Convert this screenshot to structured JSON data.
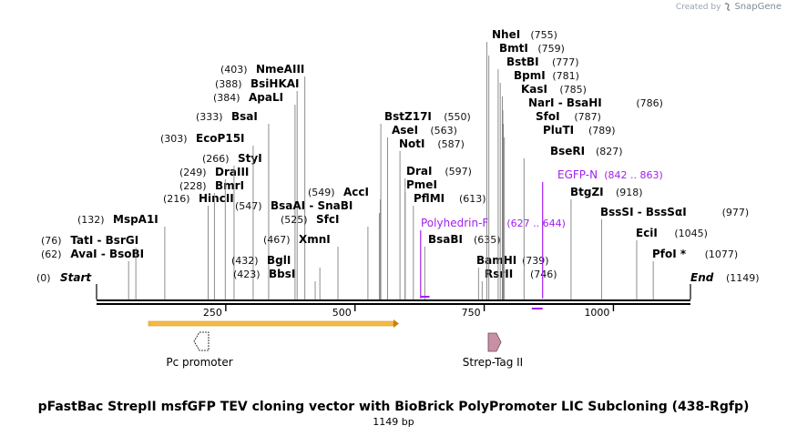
{
  "credit": {
    "prefix": "Created by",
    "brand": "SnapGene"
  },
  "title": "pFastBac StrepII msfGFP TEV cloning vector with BioBrick PolyPromoter LIC Subcloning (438-Rgfp)",
  "length_label": "1149 bp",
  "sequence_length": 1149,
  "axis_ticks": [
    {
      "value": 250,
      "label": "250"
    },
    {
      "value": 500,
      "label": "500"
    },
    {
      "value": 750,
      "label": "750"
    },
    {
      "value": 1000,
      "label": "1000"
    }
  ],
  "ends": [
    {
      "name": "Start",
      "pos_label": "(0)",
      "pos": 0
    },
    {
      "name": "End",
      "pos_label": "(1149)",
      "pos": 1149
    }
  ],
  "sites": [
    {
      "name": "AvaI  -  BsoBI",
      "pos_label": "(62)",
      "pos": 62,
      "side": "left"
    },
    {
      "name": "TatI  -  BsrGI",
      "pos_label": "(76)",
      "pos": 76,
      "side": "left"
    },
    {
      "name": "MspA1I",
      "pos_label": "(132)",
      "pos": 132,
      "side": "left"
    },
    {
      "name": "HincII",
      "pos_label": "(216)",
      "pos": 216,
      "side": "left"
    },
    {
      "name": "BmrI",
      "pos_label": "(228)",
      "pos": 228,
      "side": "left"
    },
    {
      "name": "DraIII",
      "pos_label": "(249)",
      "pos": 249,
      "side": "left"
    },
    {
      "name": "StyI",
      "pos_label": "(266)",
      "pos": 266,
      "side": "left"
    },
    {
      "name": "EcoP15I",
      "pos_label": "(303)",
      "pos": 303,
      "side": "left"
    },
    {
      "name": "BsaI",
      "pos_label": "(333)",
      "pos": 333,
      "side": "left"
    },
    {
      "name": "ApaLI",
      "pos_label": "(384)",
      "pos": 384,
      "side": "left"
    },
    {
      "name": "BsiHKAI",
      "pos_label": "(388)",
      "pos": 388,
      "side": "left"
    },
    {
      "name": "NmeAIII",
      "pos_label": "(403)",
      "pos": 403,
      "side": "left"
    },
    {
      "name": "BbsI",
      "pos_label": "(423)",
      "pos": 423,
      "side": "left"
    },
    {
      "name": "BglI",
      "pos_label": "(432)",
      "pos": 432,
      "side": "left"
    },
    {
      "name": "XmnI",
      "pos_label": "(467)",
      "pos": 467,
      "side": "left"
    },
    {
      "name": "SfcI",
      "pos_label": "(525)",
      "pos": 525,
      "side": "left"
    },
    {
      "name": "BsaAI  -  SnaBI",
      "pos_label": "(547)",
      "pos": 547,
      "side": "left"
    },
    {
      "name": "AccI",
      "pos_label": "(549)",
      "pos": 549,
      "side": "left"
    },
    {
      "name": "BstZ17I",
      "pos_label": "(550)",
      "pos": 550,
      "side": "right"
    },
    {
      "name": "AseI",
      "pos_label": "(563)",
      "pos": 563,
      "side": "right"
    },
    {
      "name": "NotI",
      "pos_label": "(587)",
      "pos": 587,
      "side": "right"
    },
    {
      "name": "DraI",
      "pos_label": "(597)",
      "pos": 597,
      "side": "right"
    },
    {
      "name": "PmeI",
      "pos_label": "",
      "pos": 597,
      "side": "right"
    },
    {
      "name": "PflMI",
      "pos_label": "(613)",
      "pos": 613,
      "side": "right"
    },
    {
      "name": "BsaBI",
      "pos_label": "(635)",
      "pos": 635,
      "side": "right"
    },
    {
      "name": "BamHI",
      "pos_label": "(739)",
      "pos": 739,
      "side": "right"
    },
    {
      "name": "RsrII",
      "pos_label": "(746)",
      "pos": 746,
      "side": "right"
    },
    {
      "name": "NheI",
      "pos_label": "(755)",
      "pos": 755,
      "side": "right"
    },
    {
      "name": "BmtI",
      "pos_label": "(759)",
      "pos": 759,
      "side": "right"
    },
    {
      "name": "BstBI",
      "pos_label": "(777)",
      "pos": 777,
      "side": "right"
    },
    {
      "name": "BpmI",
      "pos_label": "(781)",
      "pos": 781,
      "side": "right"
    },
    {
      "name": "KasI",
      "pos_label": "(785)",
      "pos": 785,
      "side": "right"
    },
    {
      "name": "NarI  -  BsaHI",
      "pos_label": "(786)",
      "pos": 786,
      "side": "right"
    },
    {
      "name": "SfoI",
      "pos_label": "(787)",
      "pos": 787,
      "side": "right"
    },
    {
      "name": "PluTI",
      "pos_label": "(789)",
      "pos": 789,
      "side": "right"
    },
    {
      "name": "BseRI",
      "pos_label": "(827)",
      "pos": 827,
      "side": "right"
    },
    {
      "name": "BtgZI",
      "pos_label": "(918)",
      "pos": 918,
      "side": "right"
    },
    {
      "name": "BssSI  -  BssSαI",
      "pos_label": "(977)",
      "pos": 977,
      "side": "right"
    },
    {
      "name": "EciI",
      "pos_label": "(1045)",
      "pos": 1045,
      "side": "right"
    },
    {
      "name": "PfoI *",
      "pos_label": "(1077)",
      "pos": 1077,
      "side": "right"
    }
  ],
  "primers": [
    {
      "name": "Polyhedrin-F",
      "range_label": "(627 .. 644)",
      "start": 627,
      "end": 644,
      "color": "#a020f0",
      "direction": "forward"
    },
    {
      "name": "EGFP-N",
      "range_label": "(842 .. 863)",
      "start": 842,
      "end": 863,
      "color": "#a020f0",
      "direction": "reverse"
    }
  ],
  "features": [
    {
      "name": "Pc promoter",
      "type": "promoter",
      "start": 100,
      "end": 580,
      "color": "#f5b844",
      "direction": "reverse"
    },
    {
      "name": "Strep-Tag II",
      "type": "tag",
      "start": 758,
      "end": 781,
      "color": "#c990a5",
      "direction": "forward"
    }
  ]
}
